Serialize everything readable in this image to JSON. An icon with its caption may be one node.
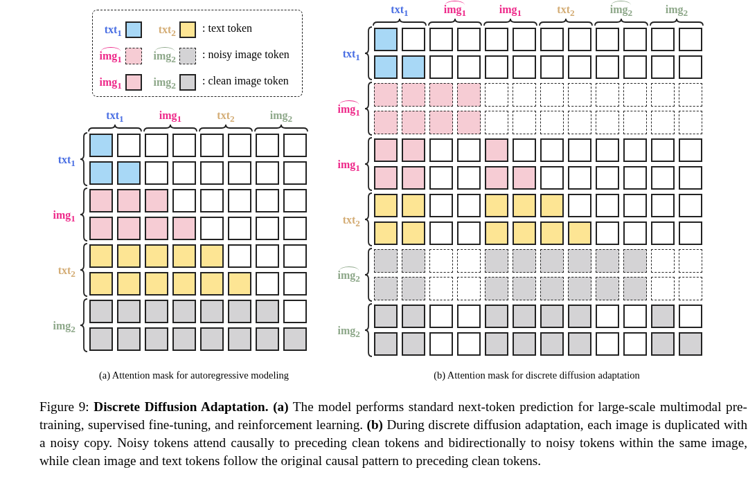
{
  "diagram": {
    "caption": "Figure 9: **Discrete Diffusion Adaptation.** **(a)** The model performs standard next-token prediction for large-scale multimodal pre-training, supervised fine-tuning, and reinforcement learning. **(b)** During discrete diffusion adaptation, each image is duplicated with a noisy copy. Noisy tokens attend causally to preceding clean tokens and bidirectionally to noisy tokens within the same image, while clean image and text tokens follow the original causal pattern to preceding clean tokens.",
    "labels": [
      ": text token",
      ": noisy image token",
      ": clean image token",
      "txt$_{1}$",
      "img$_{1}$",
      "txt$_{2}$",
      "img$_{2}$",
      "txt$_{1}$",
      "img$_{1}$",
      "txt$_{2}$",
      "img$_{2}$",
      "(a) Attention mask for autoregressive modeling",
      "txt$_{1}$",
      "img$_{1}$",
      "img$_{1}$",
      "txt$_{2}$",
      "img$_{2}$",
      "img$_{2}$",
      "txt$_{1}$",
      "img$_{1}$",
      "img$_{1}$",
      "txt$_{2}$",
      "img$_{2}$",
      "img$_{2}$",
      "(b) Attention mask for discrete diffusion adaptation"
    ],
    "legend": [
      {
        "text": "txt$_{1}$",
        "color": "#a8d8f6"
      },
      {
        "text": "txt$_{2}$",
        "color": "#fde594"
      },
      {
        "text": "img$_{1}$",
        "color": "#f6ccd4"
      },
      {
        "text": "img$_{2}$",
        "color": "#d4d3d5"
      },
      {
        "text": "img$_{1}$",
        "color": "#f6ccd4"
      },
      {
        "text": "img$_{2}$",
        "color": "#d4d3d5"
      }
    ]
  }
}
